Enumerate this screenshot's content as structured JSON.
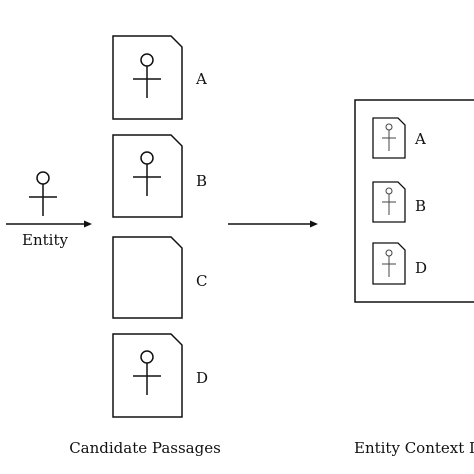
{
  "entity": {
    "label": "Entity"
  },
  "candidate_passages": {
    "caption": "Candidate Passages",
    "items": [
      {
        "label": "A",
        "has_entity": true
      },
      {
        "label": "B",
        "has_entity": true
      },
      {
        "label": "C",
        "has_entity": false
      },
      {
        "label": "D",
        "has_entity": true
      }
    ]
  },
  "entity_context": {
    "caption": "Entity Context De",
    "items": [
      {
        "label": "A"
      },
      {
        "label": "B"
      },
      {
        "label": "D"
      }
    ]
  },
  "colors": {
    "stroke": "#111111",
    "background": "#ffffff"
  }
}
